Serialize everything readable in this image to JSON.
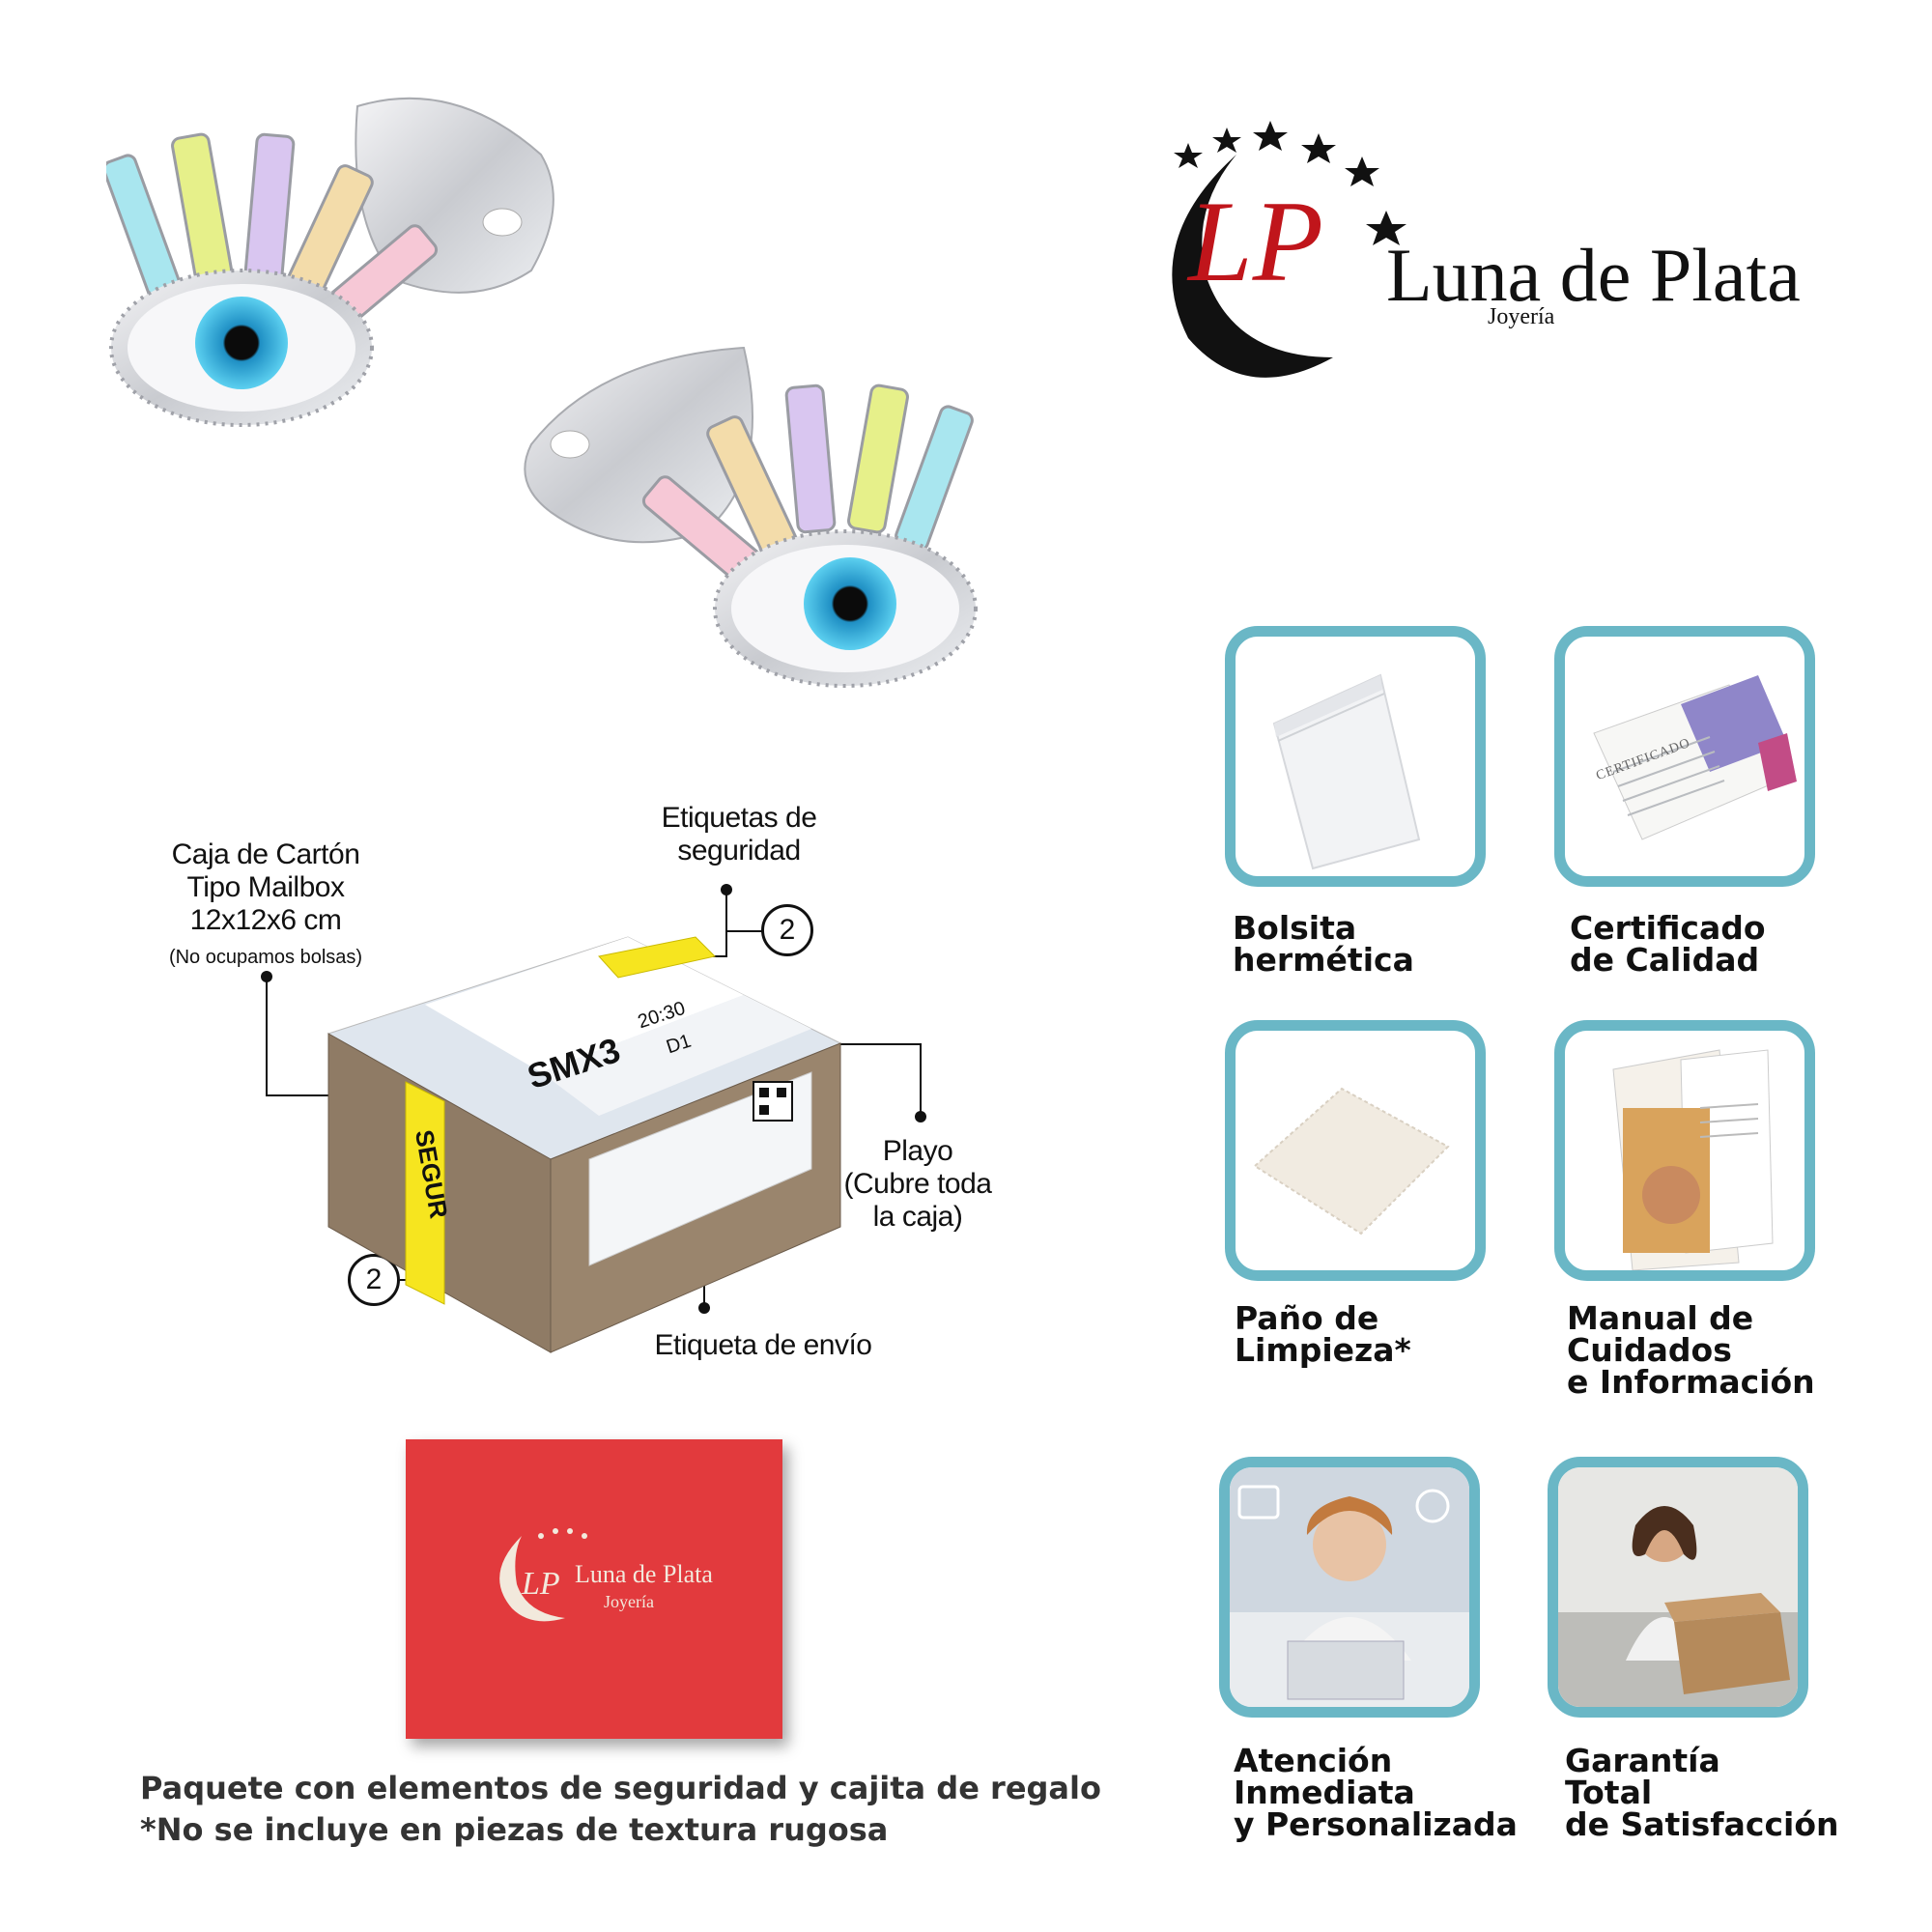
{
  "logo": {
    "brand_name": "Luna de Plata",
    "brand_initials": "LP",
    "subtitle": "Joyería"
  },
  "package": {
    "box_label_line1": "Caja de Cartón",
    "box_label_line2": "Tipo Mailbox",
    "box_label_line3": "12x12x6 cm",
    "box_note": "(No ocupamos bolsas)",
    "security_label_line1": "Etiquetas de",
    "security_label_line2": "seguridad",
    "security_count_top": "2",
    "security_count_side": "2",
    "wrap_label_line1": "Playo",
    "wrap_label_line2": "(Cubre toda",
    "wrap_label_line3": "la caja)",
    "shipping_label": "Etiqueta de envío",
    "box_tag_code": "SMX3",
    "box_tag_time": "20:30",
    "box_tag_d": "D1",
    "box_side_text": "SEGUR"
  },
  "gift_box": {
    "brand": "Luna de Plata",
    "subtitle": "Joyería",
    "initials": "LP"
  },
  "features": [
    {
      "label": "Bolsita\nhermética",
      "icon": "zip-bag-icon"
    },
    {
      "label": "Certificado\nde Calidad",
      "icon": "certificate-icon"
    },
    {
      "label": "Paño de\nLimpieza*",
      "icon": "cleaning-cloth-icon"
    },
    {
      "label": "Manual de\nCuidados\ne Información",
      "icon": "manual-icon"
    },
    {
      "label": "Atención\nInmediata\ny Personalizada",
      "icon": "support-agent-icon"
    },
    {
      "label": "Garantía\nTotal\nde Satisfacción",
      "icon": "happy-customer-icon"
    }
  ],
  "certificate_text": "CERTIFICADO",
  "footer": {
    "line1": "Paquete con elementos de seguridad y cajita de regalo",
    "line2": "*No se incluye en piezas de textura rugosa"
  },
  "colors": {
    "card_border": "#6ab7c6",
    "brand_red": "#c0151b",
    "gift_box": "#e23a3d",
    "security_tape": "#f6e51f",
    "eye_blue": "#3bb6e0"
  }
}
